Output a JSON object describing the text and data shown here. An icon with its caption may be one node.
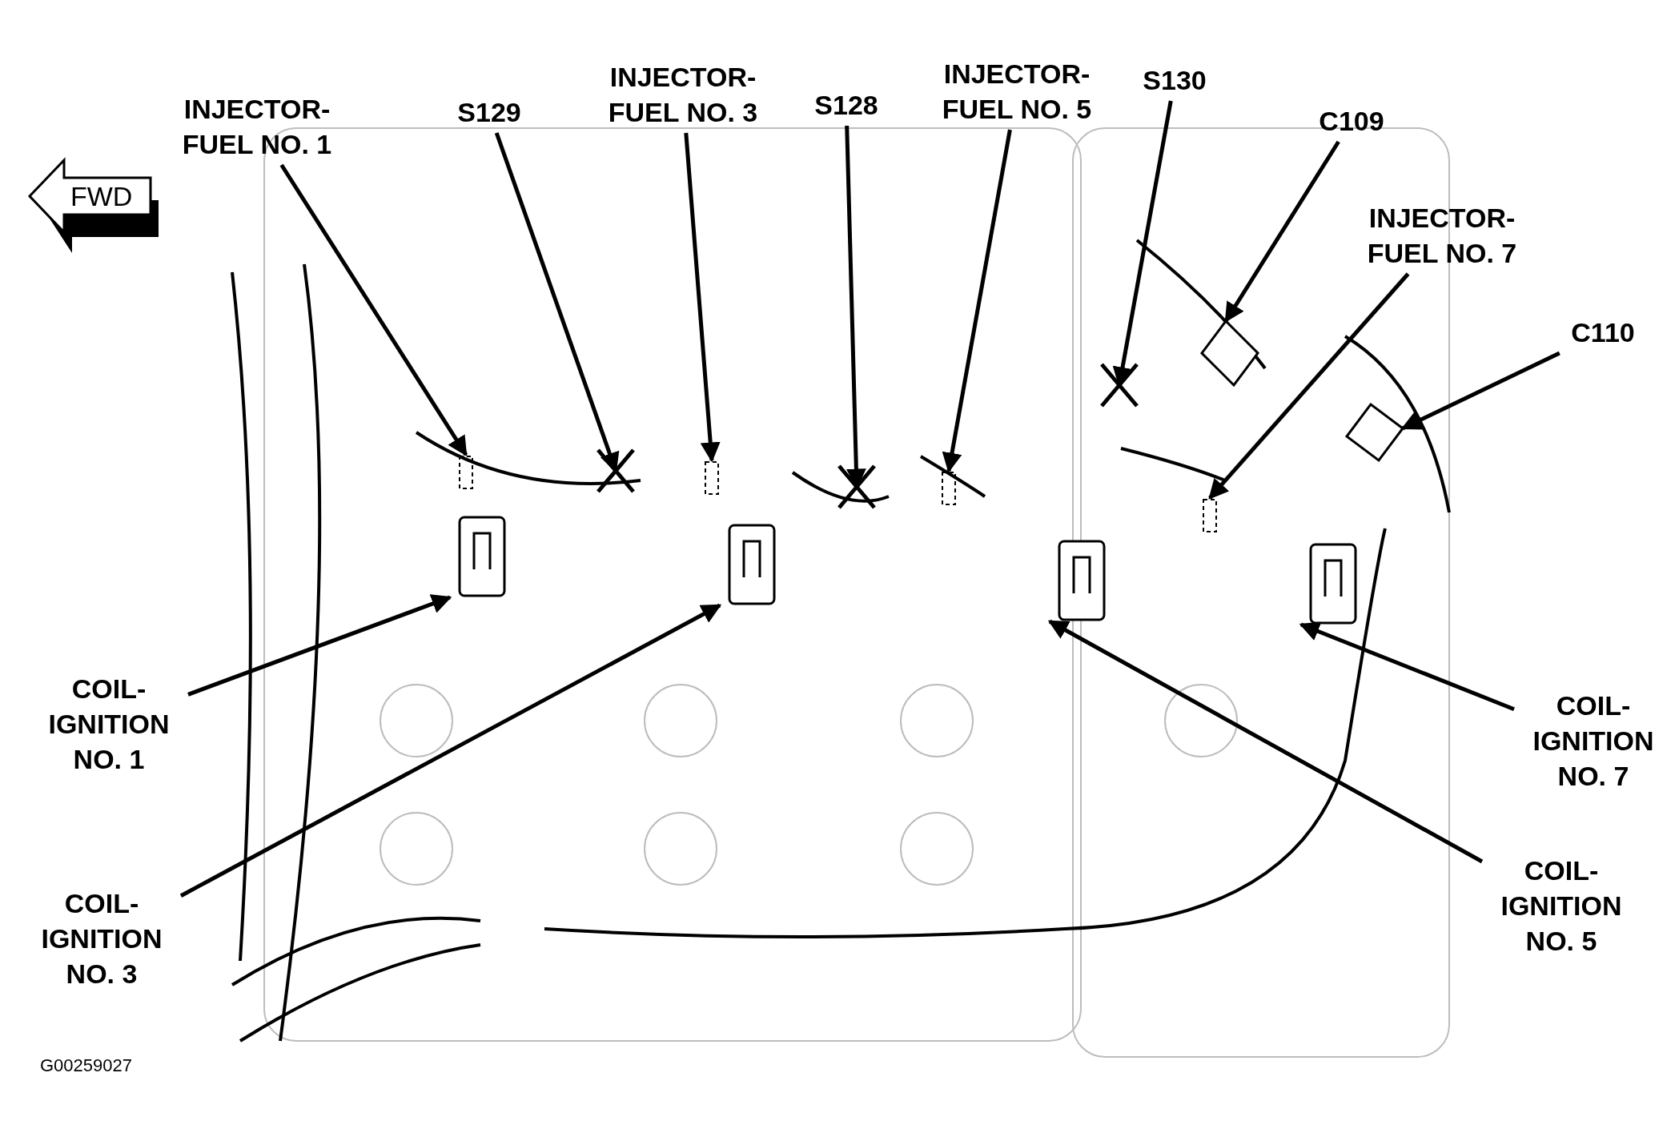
{
  "diagram": {
    "nodes": [
      {
        "text": [
          "INJECTOR- FUEL NO. 1"
        ]
      },
      {
        "text": [
          "S129"
        ]
      },
      {
        "text": [
          "INJECTOR- FUEL NO. 3"
        ]
      },
      {
        "text": [
          "S128"
        ]
      },
      {
        "text": [
          "INJECTOR- FUEL NO. 5"
        ]
      },
      {
        "text": [
          "S130"
        ]
      },
      {
        "text": [
          "C109"
        ]
      },
      {
        "text": [
          "INJECTOR- FUEL NO. 7"
        ]
      },
      {
        "text": [
          "C110"
        ]
      },
      {
        "text": [
          "COIL- IGNITION NO. 1"
        ]
      },
      {
        "text": [
          "COIL- IGNITION NO. 7"
        ]
      },
      {
        "text": [
          "COIL- IGNITION NO. 3"
        ]
      },
      {
        "text": [
          "COIL- IGNITION NO. 5"
        ]
      }
    ],
    "edges": [
      {
        "from": 0,
        "to": null,
        "arrow": "to"
      },
      {
        "from": 1,
        "to": null,
        "arrow": "to"
      },
      {
        "from": 2,
        "to": null,
        "arrow": "to"
      },
      {
        "from": 3,
        "to": null,
        "arrow": "to"
      },
      {
        "from": 4,
        "to": null,
        "arrow": "to"
      },
      {
        "from": 5,
        "to": null,
        "arrow": "to"
      },
      {
        "from": 6,
        "to": null,
        "arrow": "to"
      },
      {
        "from": 7,
        "to": null,
        "arrow": "to"
      },
      {
        "from": 8,
        "to": null,
        "arrow": "to"
      },
      {
        "from": 9,
        "to": null,
        "arrow": "to"
      },
      {
        "from": 10,
        "to": null,
        "arrow": "to"
      },
      {
        "from": 11,
        "to": null,
        "arrow": "to"
      },
      {
        "from": 12,
        "to": null,
        "arrow": "to"
      }
    ],
    "labels": [
      "FWD",
      "G00259027"
    ]
  }
}
